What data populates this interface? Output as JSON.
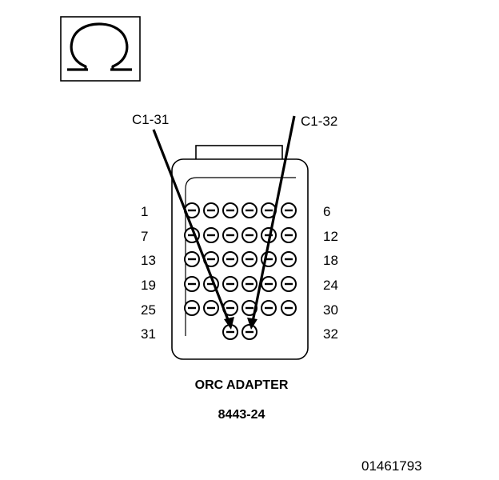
{
  "symbol": {
    "icon": "ohm-icon",
    "glyph": "Ω"
  },
  "callouts": {
    "left": "C1-31",
    "right": "C1-32"
  },
  "pin_labels": {
    "left": [
      "1",
      "7",
      "13",
      "19",
      "25",
      "31"
    ],
    "right": [
      "6",
      "12",
      "18",
      "24",
      "30",
      "32"
    ]
  },
  "adapter": {
    "name": "ORC ADAPTER",
    "part_number": "8443-24"
  },
  "figure_id": "01461793"
}
